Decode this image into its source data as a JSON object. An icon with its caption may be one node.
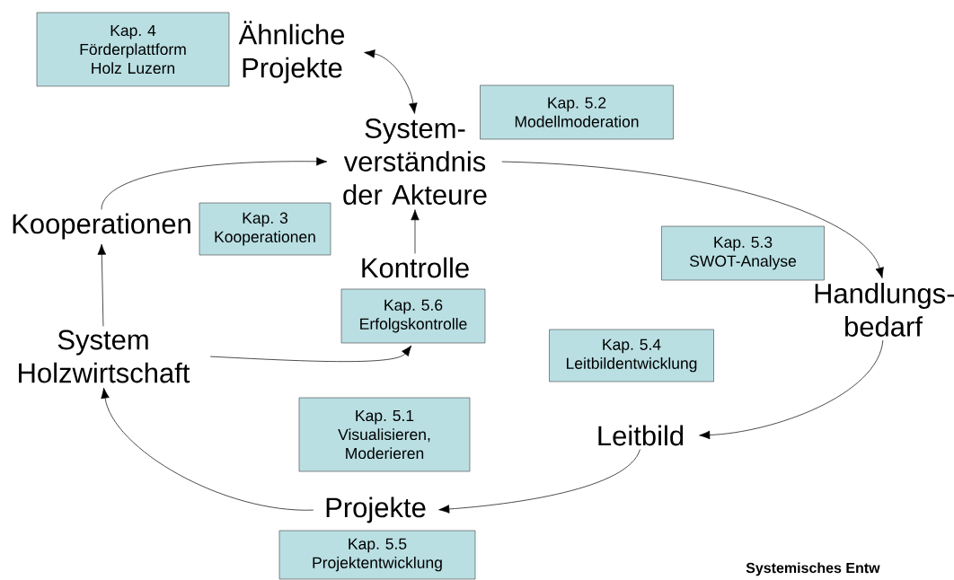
{
  "diagram": {
    "nodes": [
      {
        "text": [
          "Kap. 4",
          "Förderplattform Holz Luzern"
        ]
      },
      {
        "text": [
          "Ähnliche Projekte"
        ]
      },
      {
        "text": [
          "Kap. 5.2",
          "Modellmoderation"
        ]
      },
      {
        "text": [
          "System- verständnis der Akteure"
        ]
      },
      {
        "text": [
          "Kooperationen"
        ]
      },
      {
        "text": [
          "Kap. 3",
          "Kooperationen"
        ]
      },
      {
        "text": [
          "Kap. 5.3",
          "SWOT-Analyse"
        ]
      },
      {
        "text": [
          "Kontrolle"
        ]
      },
      {
        "text": [
          "Kap. 5.6",
          "Erfolgskontrolle"
        ]
      },
      {
        "text": [
          "Handlungs- bedarf"
        ]
      },
      {
        "text": [
          "System Holzwirtschaft"
        ]
      },
      {
        "text": [
          "Kap. 5.4",
          "Leitbildentwicklung"
        ]
      },
      {
        "text": [
          "Kap. 5.1",
          "Visualisieren, Moderieren"
        ]
      },
      {
        "text": [
          "Leitbild"
        ]
      },
      {
        "text": [
          "Projekte"
        ]
      },
      {
        "text": [
          "Kap. 5.5",
          "Projektentwicklung"
        ]
      }
    ],
    "edges": [
      {
        "from": 1,
        "to": 3,
        "arrow": "both"
      },
      {
        "from": 4,
        "to": 3,
        "arrow": "to"
      },
      {
        "from": 3,
        "to": 9,
        "arrow": "to"
      },
      {
        "from": 9,
        "to": 13,
        "arrow": "to"
      },
      {
        "from": 13,
        "to": 14,
        "arrow": "to"
      },
      {
        "from": 14,
        "to": 10,
        "arrow": "to"
      },
      {
        "from": 10,
        "to": 4,
        "arrow": "to"
      },
      {
        "from": 10,
        "to": 8,
        "arrow": "to"
      },
      {
        "from": 7,
        "to": 3,
        "arrow": "to"
      }
    ],
    "labels": [
      "Systemisches Entw"
    ]
  }
}
